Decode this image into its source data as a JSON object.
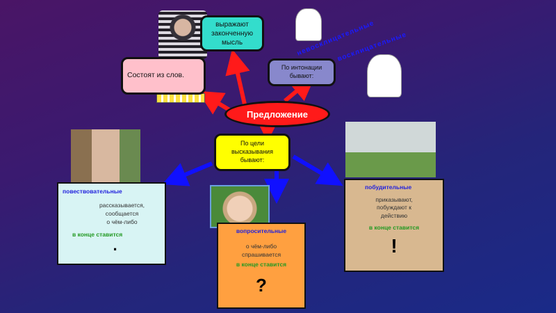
{
  "center": {
    "label": "Предложение"
  },
  "nodes": {
    "words": "Состоят из слов.",
    "thought": [
      "выражают",
      "законченную",
      "мысль"
    ],
    "intonation": [
      "По интонации",
      "бывают:"
    ],
    "purpose": [
      "По цели",
      "высказывания",
      "бывают:"
    ]
  },
  "intonation_types": [
    "невосклицательные",
    "восклицательные"
  ],
  "cards": {
    "narrative": {
      "title": "повествовательные",
      "desc": [
        "рассказывается,",
        "сообщается",
        "о чём-либо"
      ],
      "end_label": "в конце ставится",
      "mark": "."
    },
    "question": {
      "title": "вопросительные",
      "desc": [
        "о чём-либо",
        "спрашивается"
      ],
      "end_label": "в конце ставится",
      "mark": "?"
    },
    "imperative": {
      "title": "побудительные",
      "desc": [
        "приказывают,",
        "побуждают к",
        "действию"
      ],
      "end_label": "в конце ставится",
      "mark": "!"
    }
  },
  "colors": {
    "red": "#ff1a1a",
    "blue": "#1010ff",
    "pink": "#ffc0cb",
    "teal": "#33ddcc",
    "lavender": "#8888cc",
    "yellow": "#ffff00",
    "lightblue": "#d8f4f4",
    "orange": "#ffa040",
    "tan": "#d8b890"
  }
}
